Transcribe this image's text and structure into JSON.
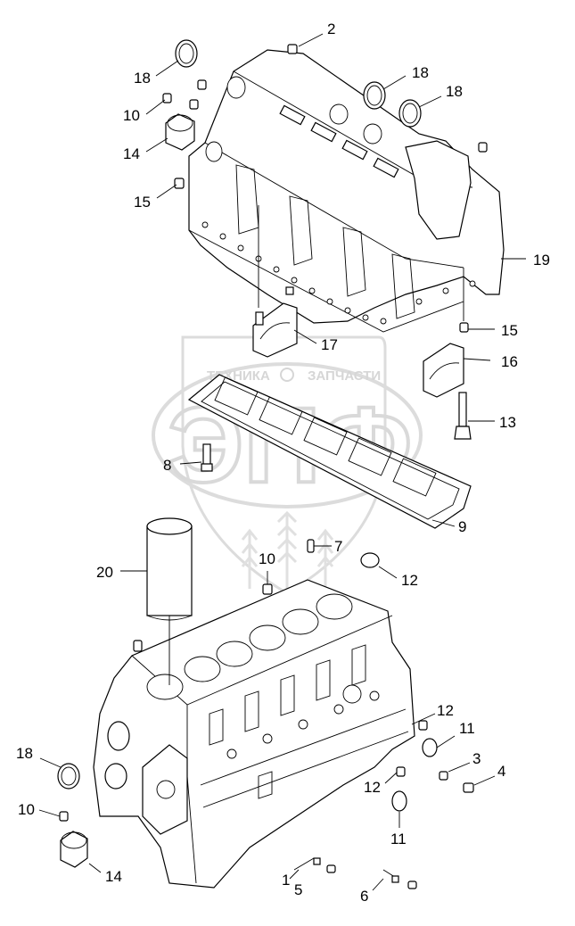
{
  "watermark": {
    "left_text": "ТЕХНИКА",
    "right_text": "ЗАПЧАСТИ",
    "logo_text": "ЭПФ"
  },
  "callouts": [
    {
      "id": "c2",
      "label": "2"
    },
    {
      "id": "c18a",
      "label": "18"
    },
    {
      "id": "c18b",
      "label": "18"
    },
    {
      "id": "c18c",
      "label": "18"
    },
    {
      "id": "c10a",
      "label": "10"
    },
    {
      "id": "c14a",
      "label": "14"
    },
    {
      "id": "c15a",
      "label": "15"
    },
    {
      "id": "c19",
      "label": "19"
    },
    {
      "id": "c17",
      "label": "17"
    },
    {
      "id": "c15b",
      "label": "15"
    },
    {
      "id": "c16",
      "label": "16"
    },
    {
      "id": "c13",
      "label": "13"
    },
    {
      "id": "c8",
      "label": "8"
    },
    {
      "id": "c9",
      "label": "9"
    },
    {
      "id": "c20",
      "label": "20"
    },
    {
      "id": "c7",
      "label": "7"
    },
    {
      "id": "c10b",
      "label": "10"
    },
    {
      "id": "c12a",
      "label": "12"
    },
    {
      "id": "c12b",
      "label": "12"
    },
    {
      "id": "c11a",
      "label": "11"
    },
    {
      "id": "c18d",
      "label": "18"
    },
    {
      "id": "c3",
      "label": "3"
    },
    {
      "id": "c4",
      "label": "4"
    },
    {
      "id": "c12c",
      "label": "12"
    },
    {
      "id": "c10c",
      "label": "10"
    },
    {
      "id": "c11b",
      "label": "11"
    },
    {
      "id": "c14b",
      "label": "14"
    },
    {
      "id": "c1",
      "label": "1"
    },
    {
      "id": "c5",
      "label": "5"
    },
    {
      "id": "c6",
      "label": "6"
    }
  ]
}
